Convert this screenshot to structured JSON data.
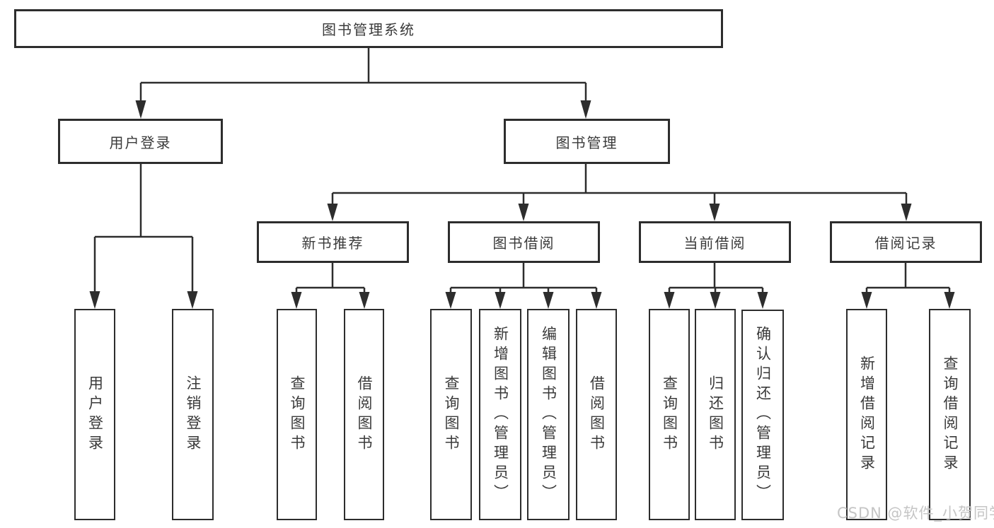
{
  "diagram": {
    "root": {
      "label": "图书管理系统"
    },
    "branches": [
      {
        "label": "用户登录",
        "children": [
          "用户登录",
          "注销登录"
        ]
      },
      {
        "label": "图书管理",
        "sections": [
          {
            "label": "新书推荐",
            "children": [
              "查询图书",
              "借阅图书"
            ]
          },
          {
            "label": "图书借阅",
            "children": [
              "查询图书",
              "新增图书（管理员）",
              "编辑图书（管理员）",
              "借阅图书"
            ]
          },
          {
            "label": "当前借阅",
            "children": [
              "查询图书",
              "归还图书",
              "确认归还（管理员）"
            ]
          },
          {
            "label": "借阅记录",
            "children": [
              "新增借阅记录",
              "查询借阅记录"
            ]
          }
        ]
      }
    ]
  },
  "watermark": {
    "text": "CSDN @软件_小贺同学"
  },
  "colors": {
    "line": "#2d2d2d",
    "text": "#3a3a3a",
    "watermark": "#c5c5c5",
    "background": "#ffffff"
  }
}
